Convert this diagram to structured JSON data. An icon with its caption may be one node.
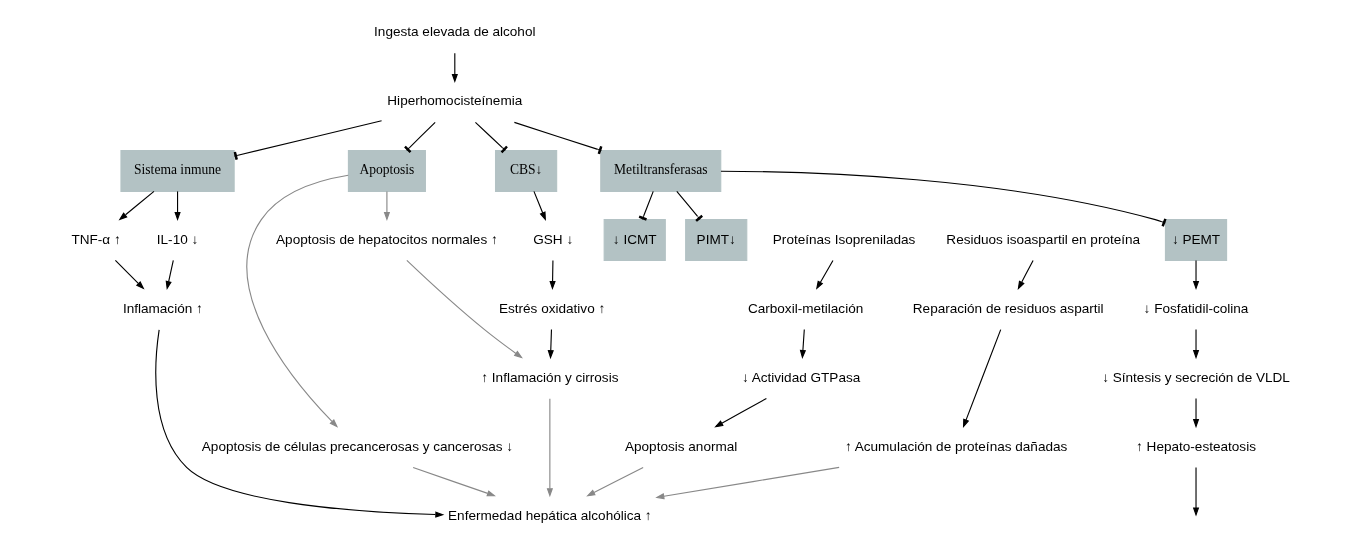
{
  "diagram": {
    "nodes": [
      {
        "text": [
          "Ingesta elevada de alcohol"
        ]
      },
      {
        "text": [
          "Hiperhomocisteínemia"
        ]
      },
      {
        "text": [
          "CBS↓"
        ]
      },
      {
        "text": [
          "Apoptosis"
        ]
      },
      {
        "text": [
          "Sistema inmune"
        ]
      },
      {
        "text": [
          "Metiltransferasas"
        ]
      },
      {
        "text": [
          "GSH ↓"
        ]
      },
      {
        "text": [
          "Estrés oxidativo ↑"
        ]
      },
      {
        "text": [
          "↑ Inflamación y cirrosis"
        ]
      },
      {
        "text": [
          "Apoptosis de hepatocitos normales ↑"
        ]
      },
      {
        "text": [
          "Apoptosis de células precancerosas y cancerosas ↓"
        ]
      },
      {
        "text": [
          "TNF-α ↑"
        ]
      },
      {
        "text": [
          "IL-10 ↓"
        ]
      },
      {
        "text": [
          "Inflamación ↑"
        ]
      },
      {
        "text": [
          "↓ PEMT"
        ]
      },
      {
        "text": [
          "Proteínas Isopreniladas"
        ]
      },
      {
        "text": [
          "↓ ICMT"
        ]
      },
      {
        "text": [
          "Carboxil-metilación"
        ]
      },
      {
        "text": [
          "Residuos isoaspartil en proteína"
        ]
      },
      {
        "text": [
          "PIMT↓"
        ]
      },
      {
        "text": [
          "Reparación de residuos aspartil"
        ]
      },
      {
        "text": [
          "↓ Fosfatidil-colina"
        ]
      },
      {
        "text": [
          "↓ Síntesis y secreción de VLDL"
        ]
      },
      {
        "text": [
          "↑ Hepato-esteatosis"
        ]
      },
      {
        "text": [
          "↓ Actividad GTPasa"
        ]
      },
      {
        "text": [
          "Apoptosis anormal"
        ]
      },
      {
        "text": [
          "↑ Acumulación de proteínas dañadas"
        ]
      },
      {
        "text": [
          "Enfermedad hepática alcohólica ↑"
        ]
      }
    ],
    "edges": [
      {
        "from": 0,
        "to": 1,
        "arrow": "to"
      },
      {
        "from": 1,
        "to": 2,
        "arrow": "other"
      },
      {
        "from": 1,
        "to": 3,
        "arrow": "other"
      },
      {
        "from": 1,
        "to": 4,
        "arrow": "other"
      },
      {
        "from": 1,
        "to": 5,
        "arrow": "other"
      },
      {
        "from": 2,
        "to": 6,
        "arrow": "to"
      },
      {
        "from": 6,
        "to": 7,
        "arrow": "to"
      },
      {
        "from": 7,
        "to": 8,
        "arrow": "to"
      },
      {
        "from": 3,
        "to": 9,
        "arrow": "to",
        "color": "#888888"
      },
      {
        "from": 3,
        "to": 10,
        "arrow": "to",
        "color": "#888888"
      },
      {
        "from": 9,
        "to": 8,
        "arrow": "to",
        "color": "#888888"
      },
      {
        "from": 4,
        "to": 11,
        "arrow": "to"
      },
      {
        "from": 4,
        "to": 12,
        "arrow": "to"
      },
      {
        "from": 11,
        "to": 13,
        "arrow": "to"
      },
      {
        "from": 12,
        "to": 13,
        "arrow": "to"
      },
      {
        "from": 5,
        "to": 14,
        "arrow": "other"
      },
      {
        "from": 5,
        "to": 16,
        "arrow": "other"
      },
      {
        "from": 5,
        "to": 19,
        "arrow": "other"
      },
      {
        "from": 15,
        "to": 17,
        "arrow": "to"
      },
      {
        "from": 18,
        "to": 20,
        "arrow": "to"
      },
      {
        "from": 14,
        "to": 21,
        "arrow": "to"
      },
      {
        "from": 21,
        "to": 22,
        "arrow": "to"
      },
      {
        "from": 22,
        "to": 23,
        "arrow": "to"
      },
      {
        "from": 23,
        "to": null,
        "arrow": "to"
      },
      {
        "from": 17,
        "to": 24,
        "arrow": "to"
      },
      {
        "from": 24,
        "to": 25,
        "arrow": "to"
      },
      {
        "from": 20,
        "to": 26,
        "arrow": "to"
      },
      {
        "from": 8,
        "to": 27,
        "arrow": "to",
        "color": "#888888"
      },
      {
        "from": 10,
        "to": 27,
        "arrow": "to",
        "color": "#888888"
      },
      {
        "from": 13,
        "to": 27,
        "arrow": "to"
      },
      {
        "from": 25,
        "to": 27,
        "arrow": "to",
        "color": "#888888"
      },
      {
        "from": 26,
        "to": 27,
        "arrow": "to",
        "color": "#888888"
      }
    ]
  }
}
